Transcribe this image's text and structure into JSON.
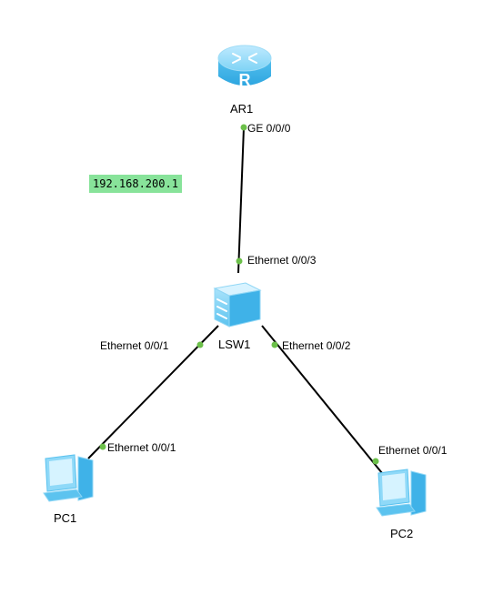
{
  "devices": {
    "router": {
      "name": "AR1",
      "port": "GE 0/0/0"
    },
    "switch": {
      "name": "LSW1",
      "port_up": "Ethernet 0/0/3",
      "port_left": "Ethernet 0/0/1",
      "port_right": "Ethernet 0/0/2"
    },
    "pc1": {
      "name": "PC1",
      "port": "Ethernet 0/0/1"
    },
    "pc2": {
      "name": "PC2",
      "port": "Ethernet 0/0/1"
    }
  },
  "note": {
    "text": "192.168.200.1"
  },
  "colors": {
    "link": "#000000",
    "port_dot": "#6cc04a",
    "note_bg": "#88e39a",
    "device": "#5fc6f0"
  }
}
